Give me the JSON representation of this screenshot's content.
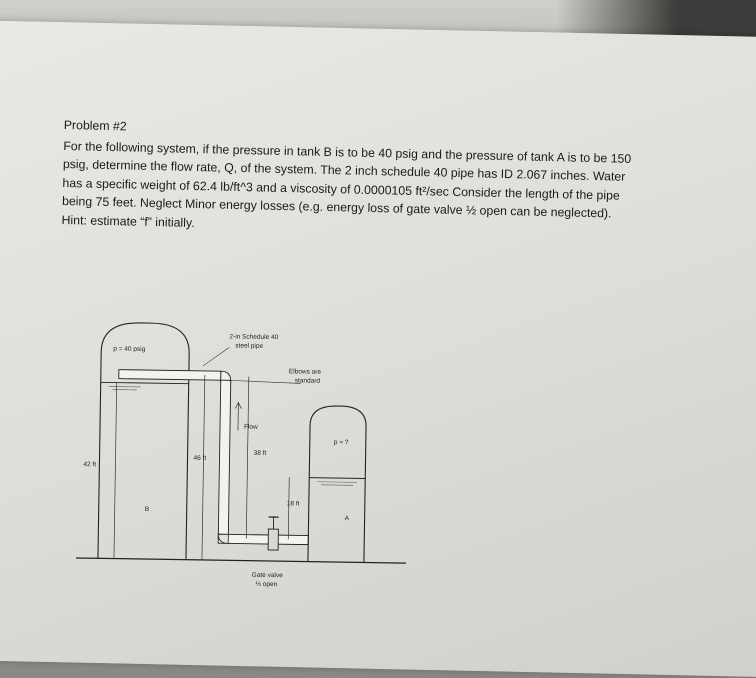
{
  "problem": {
    "title": "Problem #2",
    "lines": [
      "For the following system, if the pressure in tank B is to be 40 psig and the pressure of tank A is to be 150",
      "psig, determine the flow rate, Q, of the system.  The 2 inch schedule 40 pipe has ID 2.067 inches.  Water",
      "has a specific weight of 62.4 lb/ft^3 and a viscosity of  0.0000105 ft²/sec  Consider the length of the pipe",
      "being 75 feet.  Neglect Minor energy losses (e.g. energy loss of gate valve ½ open can be neglected).",
      "Hint: estimate “f” initially."
    ]
  },
  "diagram": {
    "pipe_label_1": "2-in Schedule 40",
    "pipe_label_2": "steel pipe",
    "tank_b_pressure": "p = 40 psig",
    "tank_a_pressure": "p = ?",
    "elbows_1": "Elbows are",
    "elbows_2": "standard",
    "flow": "Flow",
    "dim_42": "42 ft",
    "dim_46": "46 ft",
    "dim_38": "38 ft",
    "dim_18": "18 ft",
    "tank_b": "B",
    "tank_a": "A",
    "valve_1": "Gate valve",
    "valve_2": "½ open"
  }
}
